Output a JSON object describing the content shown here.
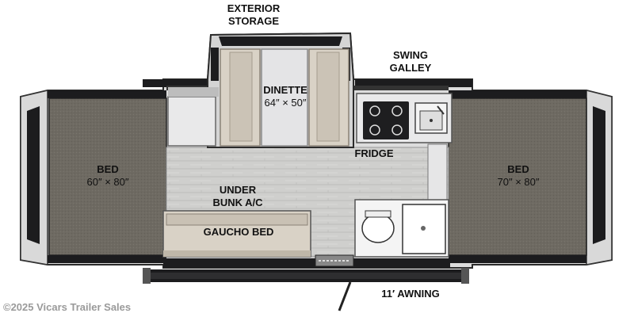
{
  "labels": {
    "exterior_storage": {
      "line1": "EXTERIOR",
      "line2": "STORAGE"
    },
    "swing_galley": {
      "line1": "SWING",
      "line2": "GALLEY"
    },
    "dinette": {
      "name": "DINETTE",
      "size": "64″ × 50″"
    },
    "bed_left": {
      "name": "BED",
      "size": "60″ × 80″"
    },
    "bed_right": {
      "name": "BED",
      "size": "70″ × 80″"
    },
    "fridge": "FRIDGE",
    "under_bunk_ac": {
      "line1": "UNDER",
      "line2": "BUNK A/C"
    },
    "gaucho_bed": "GAUCHO BED",
    "awning": "11′ AWNING"
  },
  "copyright": "©2025 Vicars Trailer Sales",
  "colors": {
    "bed_carpet": "#6e6a62",
    "tent_frame": "#1c1c1e",
    "floor": "#cfcfcd",
    "cushion": "#d9d2c6",
    "counter": "#e9e9ea",
    "bath": "#f4f4f4"
  }
}
